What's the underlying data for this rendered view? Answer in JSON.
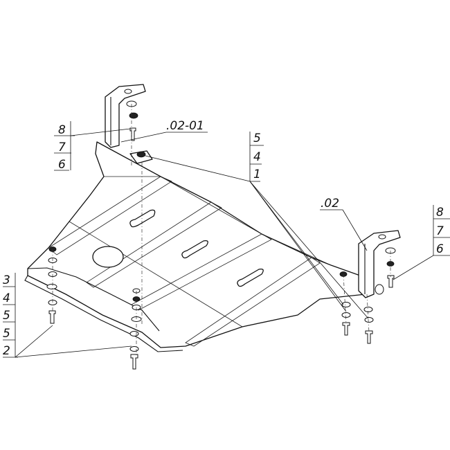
{
  "callouts": {
    "top_left_stack": [
      "8",
      "7",
      "6"
    ],
    "bracket_front_ref": ".02-01",
    "center_stack": [
      "5",
      "4",
      "1"
    ],
    "bracket_rear_ref": ".02",
    "right_stack": [
      "8",
      "7",
      "6"
    ],
    "left_stack": [
      "3",
      "4",
      "5",
      "5",
      "2"
    ]
  }
}
